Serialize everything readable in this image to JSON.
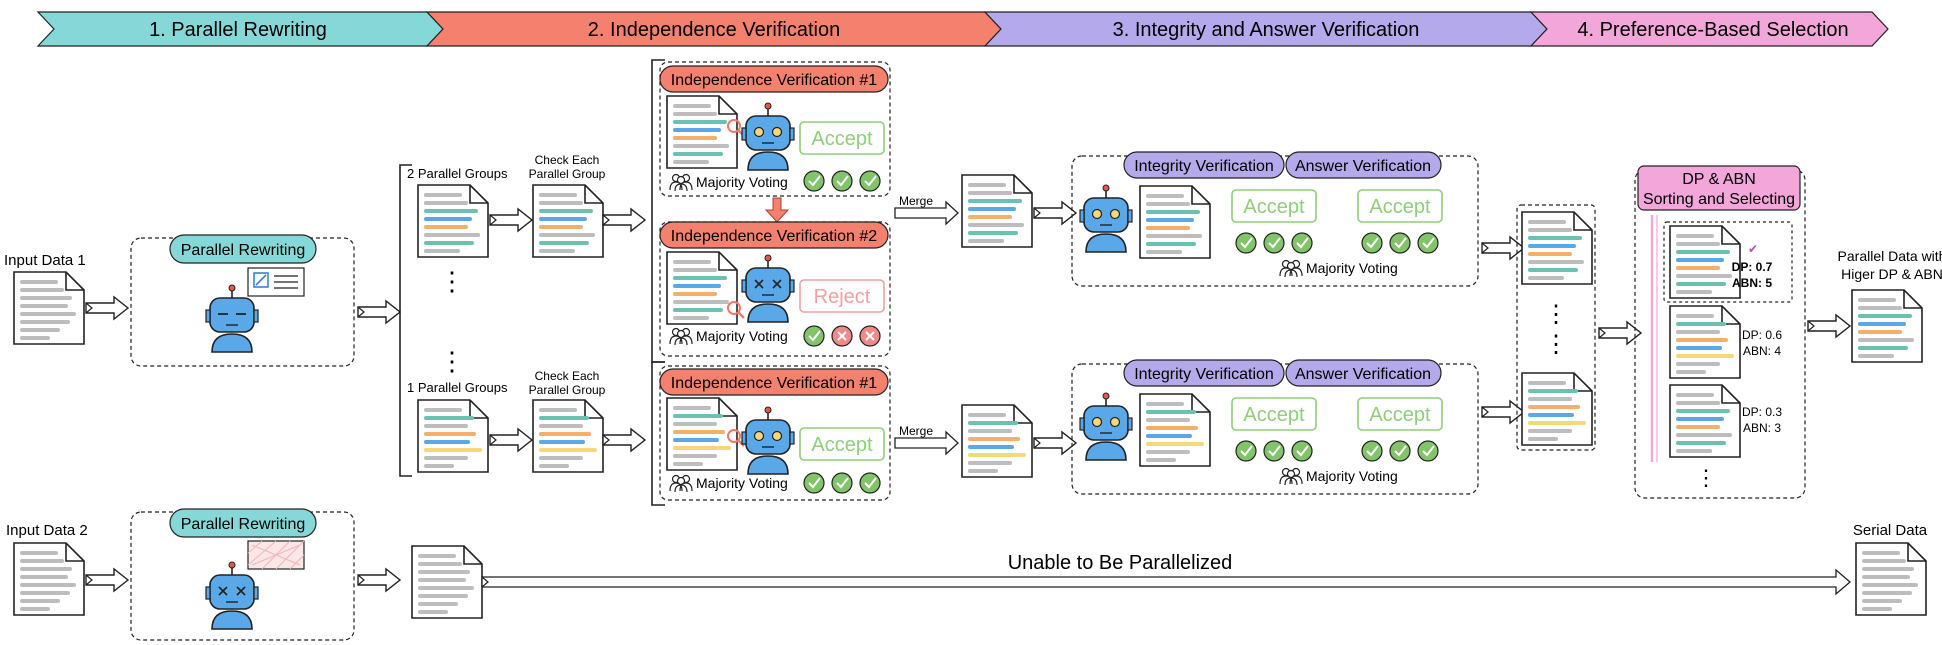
{
  "stages": [
    {
      "label": "1. Parallel Rewriting",
      "color": "#86d8d8"
    },
    {
      "label": "2. Independence Verification",
      "color": "#f4806e"
    },
    {
      "label": "3. Integrity and Answer Verification",
      "color": "#b4a9ea"
    },
    {
      "label": "4. Preference-Based Selection",
      "color": "#f2a6da"
    }
  ],
  "inputs": {
    "data1": "Input Data 1",
    "data2": "Input Data 2"
  },
  "rewriting": {
    "label": "Parallel Rewriting"
  },
  "groups": {
    "two": "2 Parallel Groups",
    "one": "1 Parallel Groups",
    "check_line1": "Check Each",
    "check_line2": "Parallel Group"
  },
  "independence": {
    "v1_title": "Independence Verification #1",
    "v2_title": "Independence Verification #2",
    "v3_title": "Independence Verification #1",
    "accept": "Accept",
    "reject": "Reject",
    "majority": "Majority Voting"
  },
  "merge": "Merge",
  "integrity": {
    "integrity_label": "Integrity Verification",
    "answer_label": "Answer Verification",
    "accept": "Accept",
    "majority": "Majority Voting"
  },
  "selection": {
    "title_line1": "DP & ABN",
    "title_line2": "Sorting and Selecting",
    "items": [
      {
        "dp": "DP: 0.7",
        "abn": "ABN: 5"
      },
      {
        "dp": "DP: 0.6",
        "abn": "ABN: 4"
      },
      {
        "dp": "DP: 0.3",
        "abn": "ABN: 3"
      }
    ],
    "ellipsis": "⋮"
  },
  "output": {
    "line1": "Parallel Data with",
    "line2": "Higer DP & ABN"
  },
  "serial": {
    "unable": "Unable to Be Parallelized",
    "serial_data": "Serial Data"
  },
  "colors": {
    "teal": "#86d8d8",
    "red": "#f4806e",
    "purple": "#b4a9ea",
    "pink": "#f2a6da",
    "robot": "#5aa8e8",
    "accept": "#8fce7a",
    "reject": "#f2a0a0",
    "check": "#82c46a",
    "cross": "#f08a8a"
  }
}
